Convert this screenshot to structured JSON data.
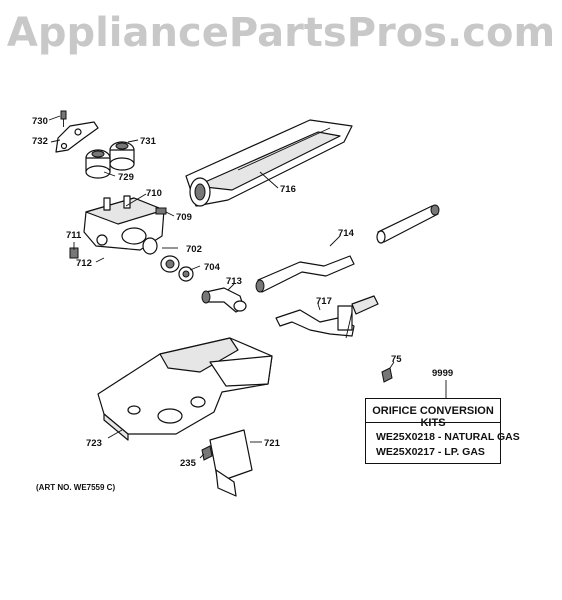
{
  "watermark": "AppliancePartsPros.com",
  "art_number": "(ART NO. WE7559 C)",
  "kit_box": {
    "title": "ORIFICE CONVERSION KITS",
    "kits": [
      "WE25X0218 - NATURAL GAS",
      "WE25X0217 - LP. GAS"
    ]
  },
  "parts": {
    "p730": "730",
    "p732": "732",
    "p731": "731",
    "p729": "729",
    "p716": "716",
    "p710": "710",
    "p709": "709",
    "p711": "711",
    "p702": "702",
    "p712": "712",
    "p704": "704",
    "p713": "713",
    "p714": "714",
    "p717": "717",
    "p75": "75",
    "p9999": "9999",
    "p723": "723",
    "p721": "721",
    "p235": "235"
  }
}
